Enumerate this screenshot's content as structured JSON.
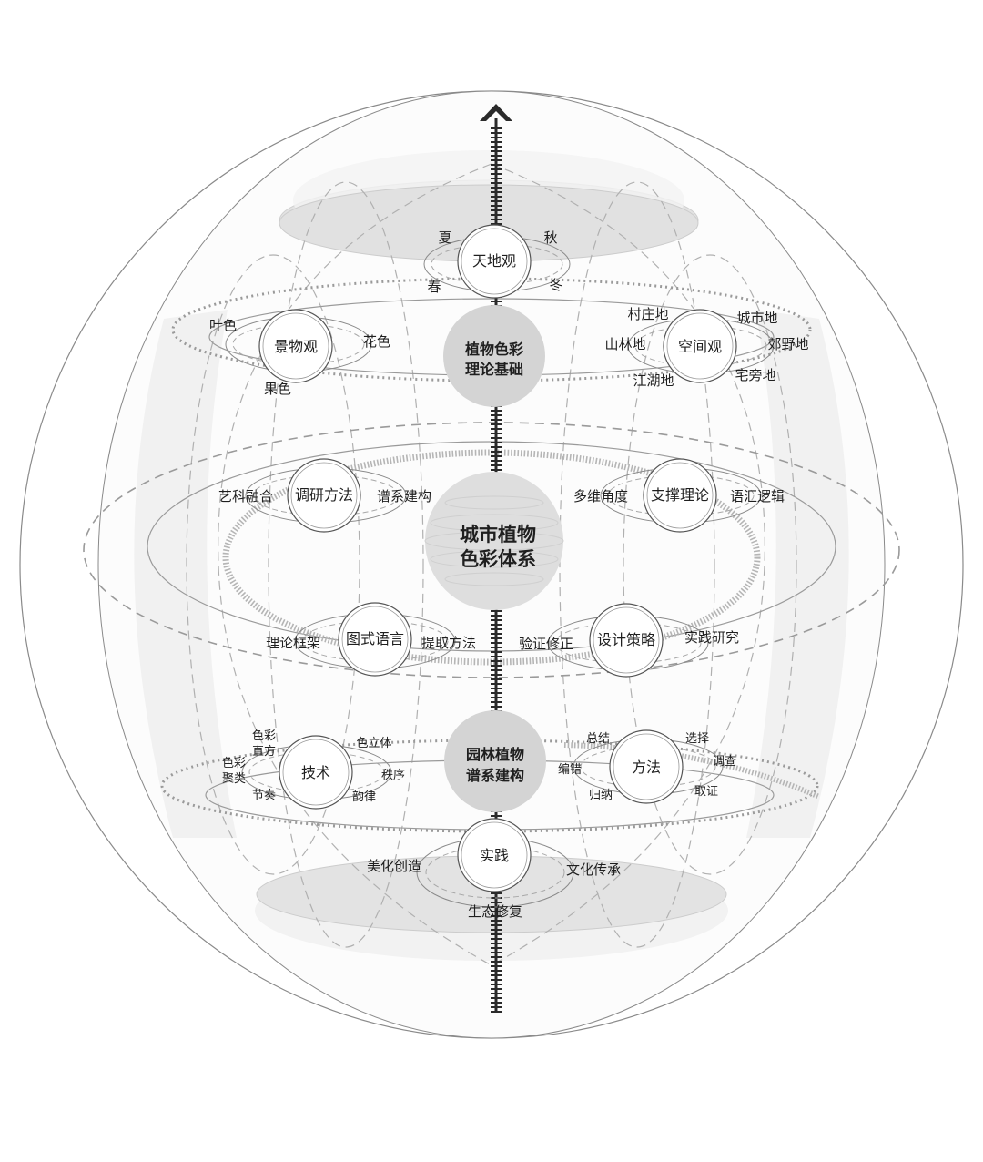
{
  "core": {
    "line1": "城市植物",
    "line2": "色彩体系"
  },
  "upper_hub": {
    "line1": "植物色彩",
    "line2": "理论基础"
  },
  "lower_hub": {
    "line1": "园林植物",
    "line2": "谱系建构"
  },
  "top_node": {
    "label": "天地观",
    "satellites": [
      "夏",
      "秋",
      "春",
      "冬"
    ]
  },
  "left_upper_node": {
    "label": "景物观",
    "satellites": [
      "叶色",
      "花色",
      "果色"
    ]
  },
  "right_upper_node": {
    "label": "空间观",
    "satellites": [
      "村庄地",
      "城市地",
      "山林地",
      "郊野地",
      "江湖地",
      "宅旁地"
    ]
  },
  "mid_ring": {
    "top_left": {
      "label": "调研方法",
      "satellites": [
        "艺科融合",
        "谱系建构"
      ]
    },
    "top_right": {
      "label": "支撑理论",
      "satellites": [
        "多维角度",
        "语汇逻辑"
      ]
    },
    "bottom_left": {
      "label": "图式语言",
      "satellites": [
        "理论框架",
        "提取方法"
      ]
    },
    "bottom_right": {
      "label": "设计策略",
      "satellites": [
        "验证修正",
        "实践研究"
      ]
    }
  },
  "left_lower_node": {
    "label": "技术",
    "satellites": [
      "色彩",
      "直方",
      "色立体",
      "色彩",
      "聚类",
      "秩序",
      "节奏",
      "韵律"
    ]
  },
  "right_lower_node": {
    "label": "方法",
    "satellites": [
      "总结",
      "选择",
      "调查",
      "编错",
      "归纳",
      "取证"
    ]
  },
  "bottom_node": {
    "label": "实践",
    "satellites": [
      "美化创造",
      "文化传承",
      "生态修复"
    ]
  },
  "colors": {
    "line": "#8a8a8a",
    "dashed": "#a8a8a8",
    "hub_fill": "#d4d4d4",
    "core_fill": "#dedede",
    "disc_fill": "#e4e4e4",
    "soft_fill": "#f3f3f3",
    "axis": "#2a2a2a"
  }
}
